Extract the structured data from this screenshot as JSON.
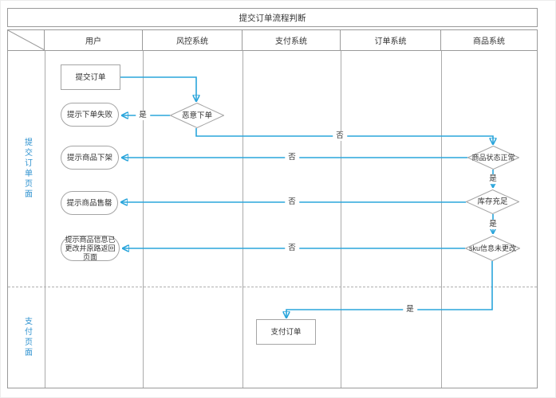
{
  "title": "提交订单流程判断",
  "lanes": {
    "columns": [
      "用户",
      "风控系统",
      "支付系统",
      "订单系统",
      "商品系统"
    ],
    "rows": [
      "提交订单页面",
      "支付页面"
    ]
  },
  "nodes": {
    "submit_order": "提交订单",
    "order_fail_notice": "提示下单失败",
    "malicious_order": "恶意下单",
    "offshelf_notice": "提示商品下架",
    "status_normal": "商品状态正常",
    "soldout_notice": "提示商品售罄",
    "stock_sufficient": "库存充足",
    "info_changed_notice": "提示商品信息已更改并原路返回页面",
    "sku_unchanged": "sku信息未更改",
    "pay_order": "支付订单"
  },
  "edge_labels": {
    "yes": "是",
    "no": "否"
  },
  "colors": {
    "arrow": "#2aa5db",
    "lane_label": "#3093d0",
    "grid_border": "#9a9a9a",
    "node_border": "#a5a5a5"
  }
}
